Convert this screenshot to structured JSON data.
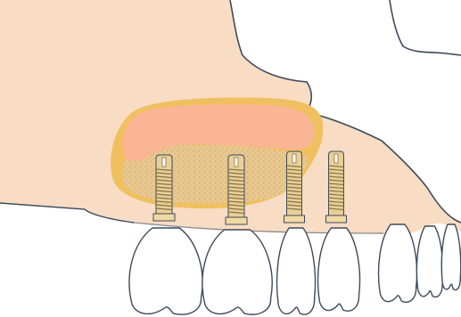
{
  "diagram": {
    "subject": "maxillary-sinus-lift-with-bone-graft-and-four-dental-implants",
    "colors": {
      "background": "#ffffff",
      "jaw_fill": "#f8dcc4",
      "outline": "#3c4a5c",
      "sinus_membrane": "#f0c060",
      "sinus_air": "#f9b594",
      "bone_graft": "#e8c890",
      "implant_body": "#e7cf98",
      "implant_thread": "#8a7440",
      "abutment": "#f2d9a3",
      "tooth_crown": "#ffffff"
    },
    "implants": [
      {
        "id": "implant-1"
      },
      {
        "id": "implant-2"
      },
      {
        "id": "implant-3"
      },
      {
        "id": "implant-4"
      }
    ],
    "crowns": [
      {
        "id": "crown-1",
        "type": "implant-crown"
      },
      {
        "id": "crown-2",
        "type": "implant-crown"
      },
      {
        "id": "crown-3",
        "type": "implant-crown"
      },
      {
        "id": "crown-4",
        "type": "implant-crown"
      },
      {
        "id": "crown-5",
        "type": "natural-tooth"
      },
      {
        "id": "crown-6",
        "type": "natural-tooth"
      },
      {
        "id": "crown-7",
        "type": "natural-tooth"
      }
    ]
  }
}
